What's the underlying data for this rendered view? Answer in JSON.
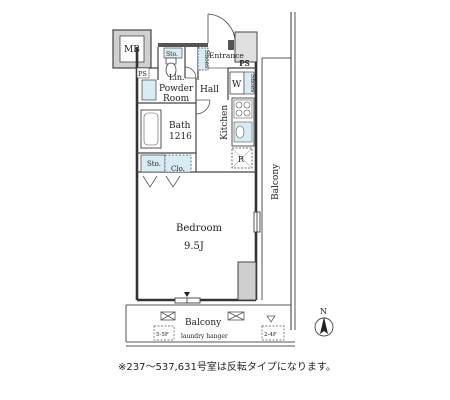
{
  "labels": {
    "mb": "MB",
    "ps_top": "PS",
    "ps_right": "PS",
    "ps_left": "PS",
    "shoes_entrance": "Shoes",
    "shoes_kitchen": "Shoes",
    "entrance": "Entrance",
    "lin": "Lin.",
    "powder_room_1": "Powder",
    "powder_room_2": "Room",
    "hall": "Hall",
    "w": "W",
    "kitchen": "Kitchen",
    "bath": "Bath",
    "bath_size": "1216",
    "sto": "Sto.",
    "clo": "Clo.",
    "r": "R",
    "bedroom": "Bedroom",
    "bedroom_size": "9.5J",
    "balcony_right": "Balcony",
    "balcony_bottom": "Balcony",
    "laundry": "laundry hanger",
    "floor_left": "5-5F",
    "floor_right": "2-4F",
    "north": "N"
  },
  "note": "※237〜537,631号室は反転タイプになります。"
}
